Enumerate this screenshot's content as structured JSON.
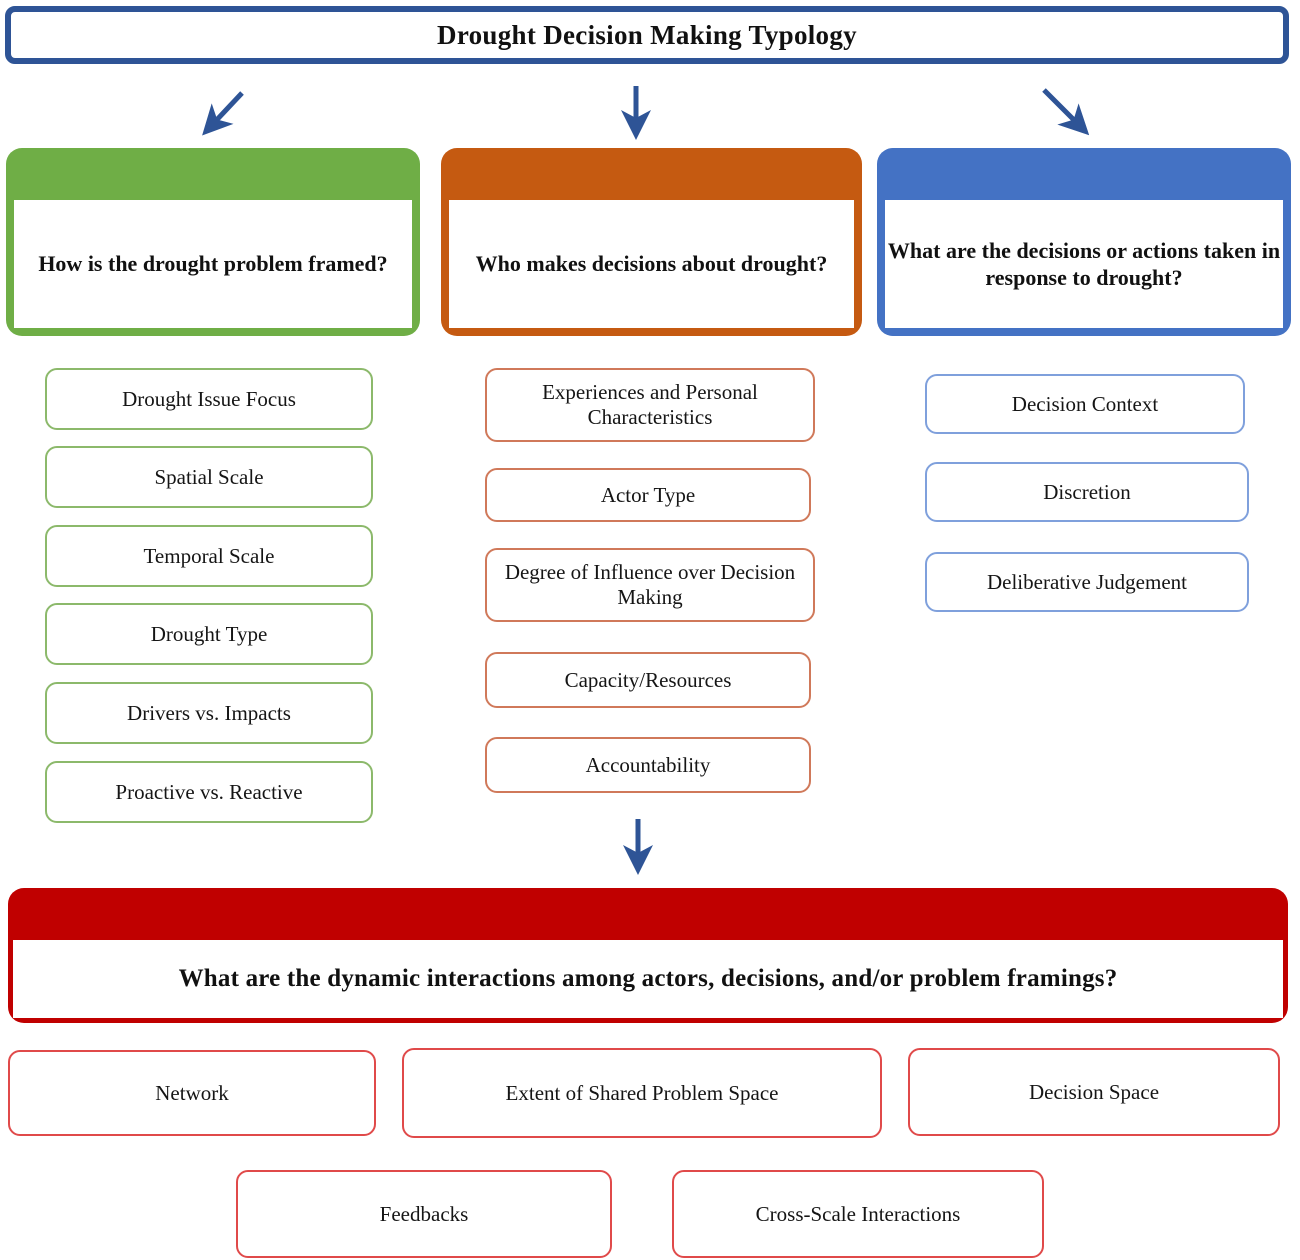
{
  "title": "Drought Decision Making Typology",
  "colors": {
    "navy": "#2E5496",
    "green": "#6FAE46",
    "orange": "#C55A11",
    "blue": "#4472C4",
    "red": "#C00000"
  },
  "categories": [
    {
      "id": "framing",
      "heading": "How is the drought problem  framed?",
      "color": "#6FAE46",
      "items": [
        "Drought Issue Focus",
        "Spatial Scale",
        "Temporal Scale",
        "Drought Type",
        "Drivers vs. Impacts",
        "Proactive vs. Reactive"
      ]
    },
    {
      "id": "actors",
      "heading": "Who makes decisions about drought?",
      "color": "#C55A11",
      "items": [
        "Experiences and Personal Characteristics",
        "Actor Type",
        "Degree of Influence over Decision Making",
        "Capacity/Resources",
        "Accountability"
      ]
    },
    {
      "id": "decisions",
      "heading": "What are the decisions or actions taken in response to drought?",
      "color": "#4472C4",
      "items": [
        "Decision Context",
        "Discretion",
        "Deliberative Judgement"
      ]
    }
  ],
  "interactions": {
    "heading": "What are the dynamic interactions  among actors, decisions, and/or problem framings?",
    "color": "#C00000",
    "items": [
      "Network",
      "Extent of Shared Problem Space",
      "Decision Space",
      "Feedbacks",
      "Cross-Scale Interactions"
    ]
  },
  "arrows": [
    {
      "name": "arrow-title-to-framing",
      "direction": "down-left"
    },
    {
      "name": "arrow-title-to-actors",
      "direction": "down"
    },
    {
      "name": "arrow-title-to-decisions",
      "direction": "down-right"
    },
    {
      "name": "arrow-actors-to-interactions",
      "direction": "down"
    }
  ]
}
